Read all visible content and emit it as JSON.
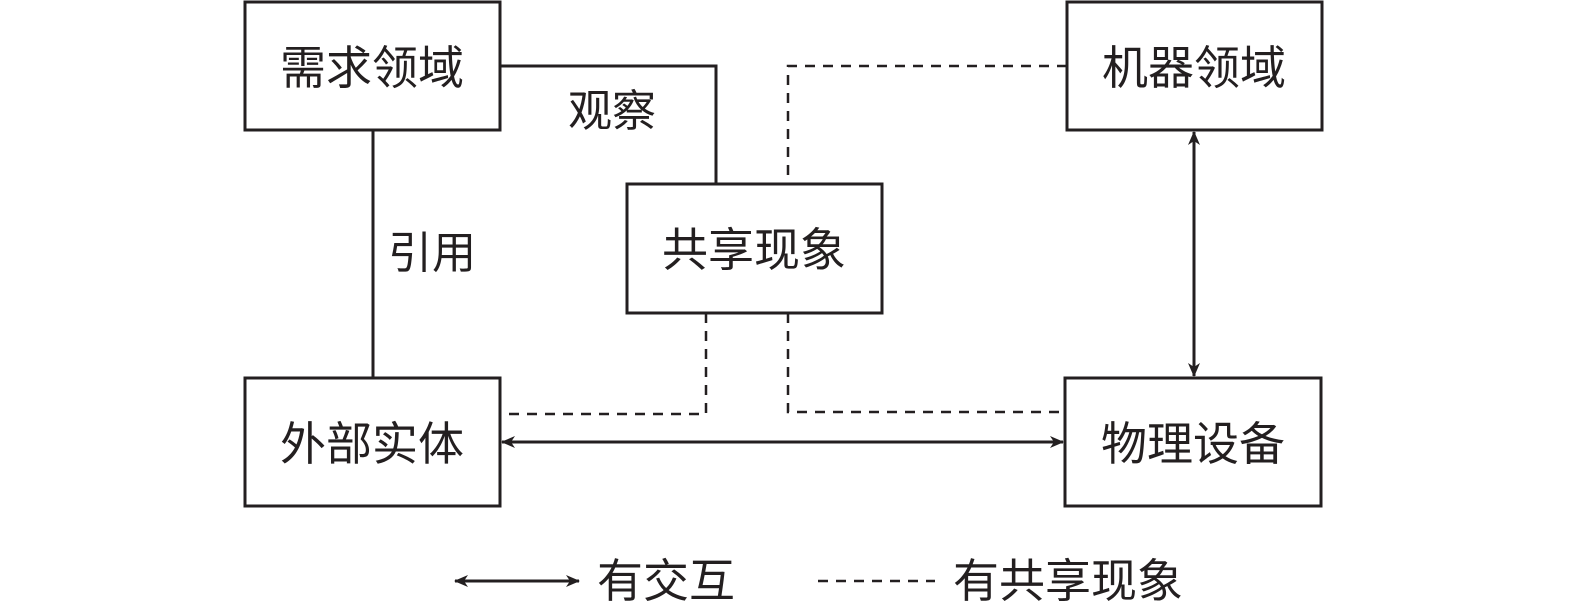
{
  "nodes": {
    "requirement_domain": "需求领域",
    "machine_domain": "机器领域",
    "shared_phenomena": "共享现象",
    "external_entity": "外部实体",
    "physical_device": "物理设备"
  },
  "edge_labels": {
    "observe": "观察",
    "reference": "引用"
  },
  "legend": {
    "interaction": "有交互",
    "shared_phenomena": "有共享现象"
  },
  "colors": {
    "stroke": "#231f20",
    "text": "#231f20",
    "background": "#ffffff"
  }
}
